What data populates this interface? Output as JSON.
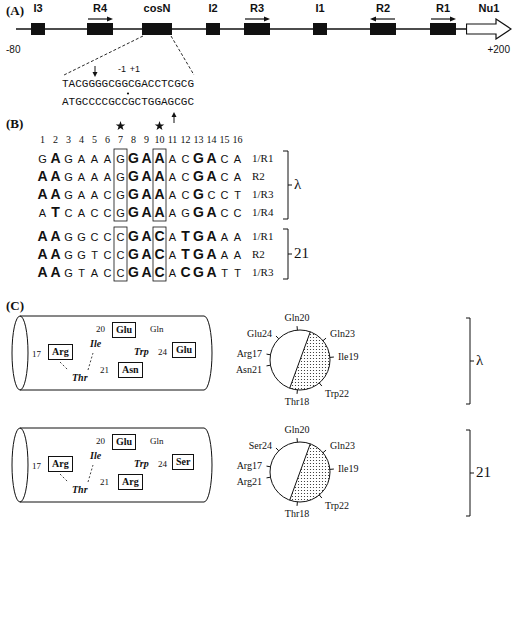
{
  "diagram": {
    "nodes": [
      {
        "text": [
          "I3"
        ]
      },
      {
        "text": [
          "R4"
        ]
      },
      {
        "text": [
          "cosN"
        ]
      },
      {
        "text": [
          "I2"
        ]
      },
      {
        "text": [
          "R3"
        ]
      },
      {
        "text": [
          "I1"
        ]
      },
      {
        "text": [
          "R2"
        ]
      },
      {
        "text": [
          "R1"
        ]
      },
      {
        "text": [
          "Nu1"
        ]
      },
      {
        "text": [
          "Arg"
        ]
      },
      {
        "text": [
          "Glu"
        ]
      },
      {
        "text": [
          "Asn"
        ]
      },
      {
        "text": [
          "Glu"
        ]
      },
      {
        "text": [
          "Arg"
        ]
      },
      {
        "text": [
          "Glu"
        ]
      },
      {
        "text": [
          "Arg"
        ]
      },
      {
        "text": [
          "Ser"
        ]
      }
    ],
    "labels": [
      "(A)",
      "-80",
      "+200",
      "TACGGGGCGGCGACCTCGCG",
      "ATGCCCCGCCGCTGGAGCGC",
      "-1",
      "+1",
      "(B)",
      "1",
      "2",
      "3",
      "4",
      "5",
      "6",
      "7",
      "8",
      "9",
      "10",
      "11",
      "12",
      "13",
      "14",
      "15",
      "16",
      "GAGAAAGGAAACGACA",
      "AAGAAAGGAAACGACA",
      "AAGAACGGAAACGCCT",
      "ATCACCGGAAAGGACC",
      "AAGGCCCGACATGAAA",
      "AAGGTCCGACATGAAA",
      "AAGTACCGACACGATT",
      "1/R1",
      "R2",
      "1/R3",
      "1/R4",
      "1/R1",
      "R2",
      "1/R3",
      "λ",
      "21",
      "(C)",
      "17",
      "Thr",
      "Ile",
      "20",
      "21",
      "Trp",
      "Gln",
      "24",
      "Glu24",
      "Gln20",
      "Gln23",
      "Ile19",
      "Arg17",
      "Asn21",
      "Thr18",
      "Trp22",
      "λ",
      "17",
      "Thr",
      "Ile",
      "20",
      "21",
      "Trp",
      "Gln",
      "24",
      "Ser24",
      "Gln20",
      "Gln23",
      "Ile19",
      "Arg17",
      "Arg21",
      "Thr18",
      "Trp22",
      "21"
    ]
  }
}
